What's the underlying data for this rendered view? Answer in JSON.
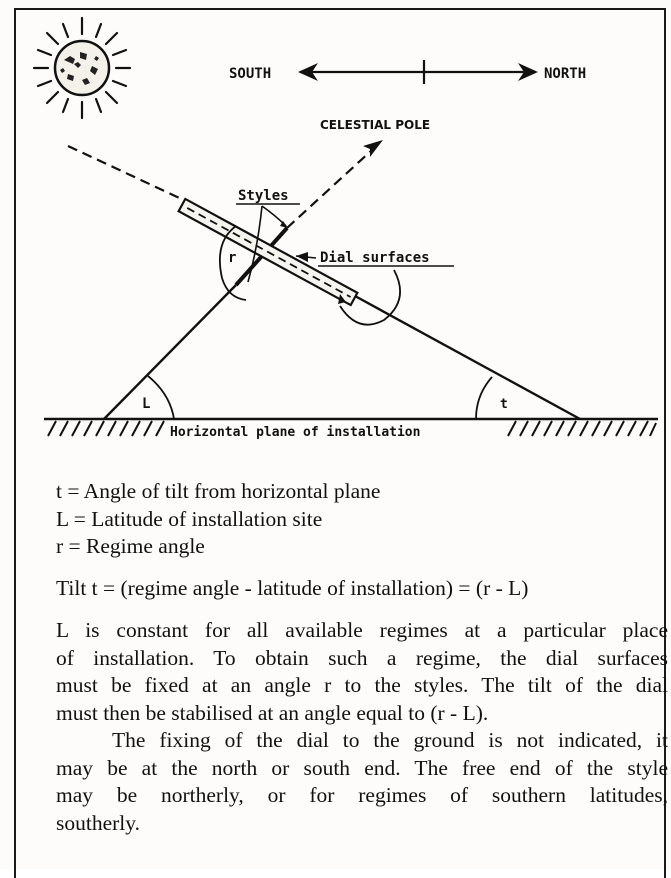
{
  "diagram": {
    "directions": {
      "south": "SOUTH",
      "north": "NORTH"
    },
    "celestial_pole": "CELESTIAL POLE",
    "styles_label": "Styles",
    "dial_surfaces_label": "Dial surfaces",
    "angle_r": "r",
    "angle_L": "L",
    "angle_t": "t",
    "ground_label": "Horizontal plane of installation"
  },
  "legend": {
    "t_def": "t = Angle of tilt from horizontal plane",
    "L_def": "L = Latitude of installation site",
    "r_def": "r = Regime angle"
  },
  "formula": "Tilt t = (regime angle - latitude of installation) = (r - L)",
  "paragraph1": {
    "line1": "L is constant for all available regimes at a particular place",
    "line2": "of installation. To obtain such a regime, the dial surfaces",
    "line3": "must be fixed at an angle r to the styles. The tilt of the dial",
    "line4": "must then be stabilised at an angle equal to (r - L)."
  },
  "paragraph2": {
    "line1": "The fixing of the dial to the ground is not indicated, it",
    "line2": "may be at the north or south end. The free end of the style",
    "line3": "may be northerly, or for regimes of southern latitudes,",
    "line4": "southerly."
  }
}
